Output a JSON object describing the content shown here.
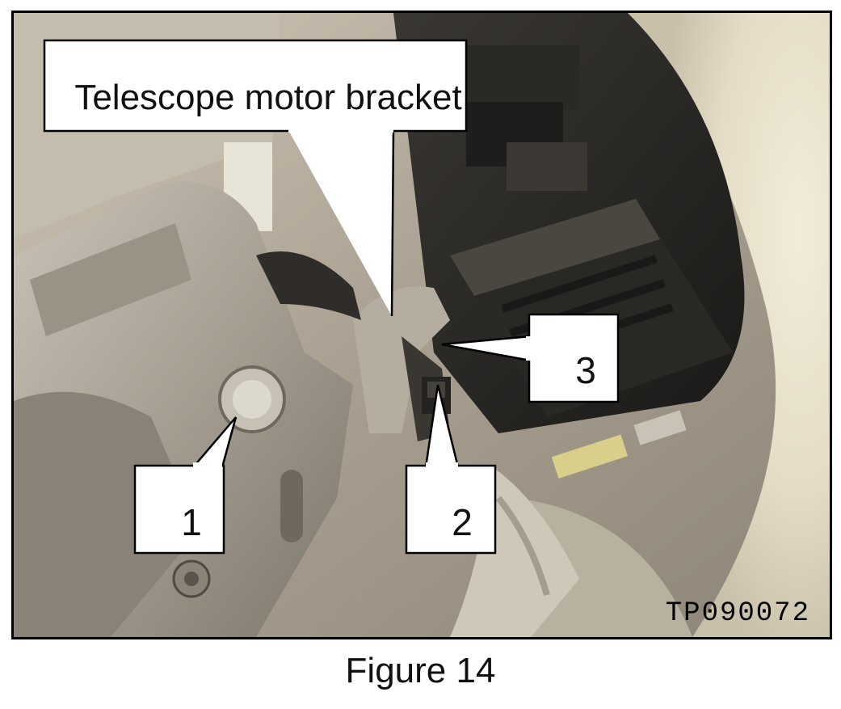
{
  "figure": {
    "callout_title": "Telescope motor bracket",
    "callouts": [
      "1",
      "2",
      "3"
    ],
    "image_code": "TP090072",
    "caption": "Figure 14"
  }
}
